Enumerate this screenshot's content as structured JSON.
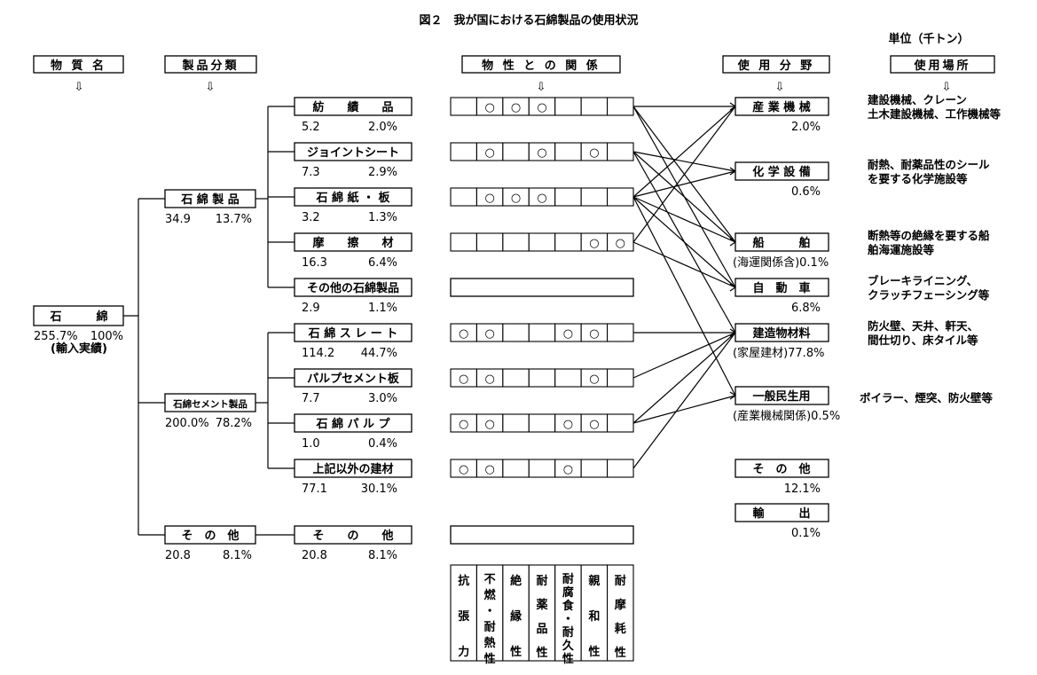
{
  "title": "図２　我が国における石綿製品の使用状況",
  "unit": "単位（千トン）",
  "headers": {
    "substance": "物 質 名",
    "category": "製品分類",
    "properties": "物 性 と の 関 係",
    "field": "使 用 分 野",
    "place": "使用場所"
  },
  "arrow": "⇩",
  "root": {
    "label": "石　　　綿",
    "value": "255.7%",
    "pct": "100%",
    "note": "(輸入実績)"
  },
  "categories": [
    {
      "label": "石 綿 製 品",
      "value": "34.9",
      "pct": "13.7%"
    },
    {
      "label": "石綿セメント製品",
      "value": "200.0%",
      "pct": "78.2%"
    },
    {
      "label": "そ　の　他",
      "value": "20.8",
      "pct": "8.1%"
    }
  ],
  "products": [
    {
      "label": "紡　　績　　品",
      "value": "5.2",
      "pct": "2.0%",
      "props": [
        0,
        1,
        1,
        1,
        0,
        0,
        0
      ]
    },
    {
      "label": "ジョイントシート",
      "value": "7.3",
      "pct": "2.9%",
      "props": [
        0,
        1,
        0,
        1,
        0,
        1,
        0
      ]
    },
    {
      "label": "石 綿 紙 ・ 板",
      "value": "3.2",
      "pct": "1.3%",
      "props": [
        0,
        1,
        1,
        1,
        0,
        0,
        0
      ]
    },
    {
      "label": "摩　　擦　　材",
      "value": "16.3",
      "pct": "6.4%",
      "props": [
        0,
        0,
        0,
        0,
        0,
        1,
        1
      ]
    },
    {
      "label": "その他の石綿製品",
      "value": "2.9",
      "pct": "1.1%",
      "props": null
    },
    {
      "label": "石 綿 ス レ ー ト",
      "value": "114.2",
      "pct": "44.7%",
      "props": [
        1,
        1,
        0,
        0,
        1,
        1,
        0
      ]
    },
    {
      "label": "パルプセメント板",
      "value": "7.7",
      "pct": "3.0%",
      "props": [
        1,
        1,
        0,
        0,
        0,
        1,
        0
      ]
    },
    {
      "label": "石 綿 パ ル プ",
      "value": "1.0",
      "pct": "0.4%",
      "props": [
        1,
        1,
        0,
        0,
        1,
        1,
        0
      ]
    },
    {
      "label": "上記以外の建材",
      "value": "77.1",
      "pct": "30.1%",
      "props": [
        1,
        1,
        0,
        0,
        1,
        0,
        0
      ]
    },
    {
      "label": "そ　　の　　他",
      "value": "20.8",
      "pct": "8.1%",
      "props": null
    }
  ],
  "mark": "○",
  "property_columns": [
    [
      "抗",
      "張",
      "力"
    ],
    [
      "不",
      "燃",
      "・",
      "耐",
      "熱",
      "性"
    ],
    [
      "絶",
      "縁",
      "性"
    ],
    [
      "耐",
      "薬",
      "品",
      "性"
    ],
    [
      "耐",
      "腐",
      "食",
      "・",
      "耐",
      "久",
      "性"
    ],
    [
      "親",
      "和",
      "性"
    ],
    [
      "耐",
      "摩",
      "耗",
      "性"
    ]
  ],
  "fields": [
    {
      "label": "産 業 機 械",
      "sub": "2.0%",
      "place": [
        "建設機械、クレーン",
        "土木建設機械、工作機械等"
      ]
    },
    {
      "label": "化 学 設 備",
      "sub": "0.6%",
      "place": [
        "耐熱、耐薬品性のシール",
        "を要する化学施設等"
      ]
    },
    {
      "label": "船　　　舶",
      "sub": "(海運関係含)0.1%",
      "place": [
        "断熱等の絶縁を要する船",
        "舶海運施設等"
      ]
    },
    {
      "label": "自　動　車",
      "sub": "6.8%",
      "place": [
        "ブレーキライニング、",
        "クラッチフェーシング等"
      ]
    },
    {
      "label": "建造物材料",
      "sub": "(家屋建材)77.8%",
      "place": [
        "防火壁、天井、軒天、",
        "間仕切り、床タイル等"
      ]
    },
    {
      "label": "一般民生用",
      "sub": "(産業機械関係)0.5%",
      "place": [
        "ボイラー、煙突、防火壁等"
      ]
    },
    {
      "label": "そ　の　他",
      "sub": "12.1%",
      "place": []
    },
    {
      "label": "輸　　　出",
      "sub": "0.1%",
      "place": []
    }
  ],
  "links": [
    [
      0,
      0
    ],
    [
      0,
      2
    ],
    [
      0,
      3
    ],
    [
      1,
      1
    ],
    [
      1,
      2
    ],
    [
      1,
      4
    ],
    [
      2,
      0
    ],
    [
      2,
      1
    ],
    [
      2,
      2
    ],
    [
      2,
      3
    ],
    [
      2,
      5
    ],
    [
      3,
      0
    ],
    [
      3,
      3
    ],
    [
      5,
      4
    ],
    [
      6,
      4
    ],
    [
      7,
      4
    ],
    [
      7,
      5
    ],
    [
      8,
      4
    ]
  ]
}
